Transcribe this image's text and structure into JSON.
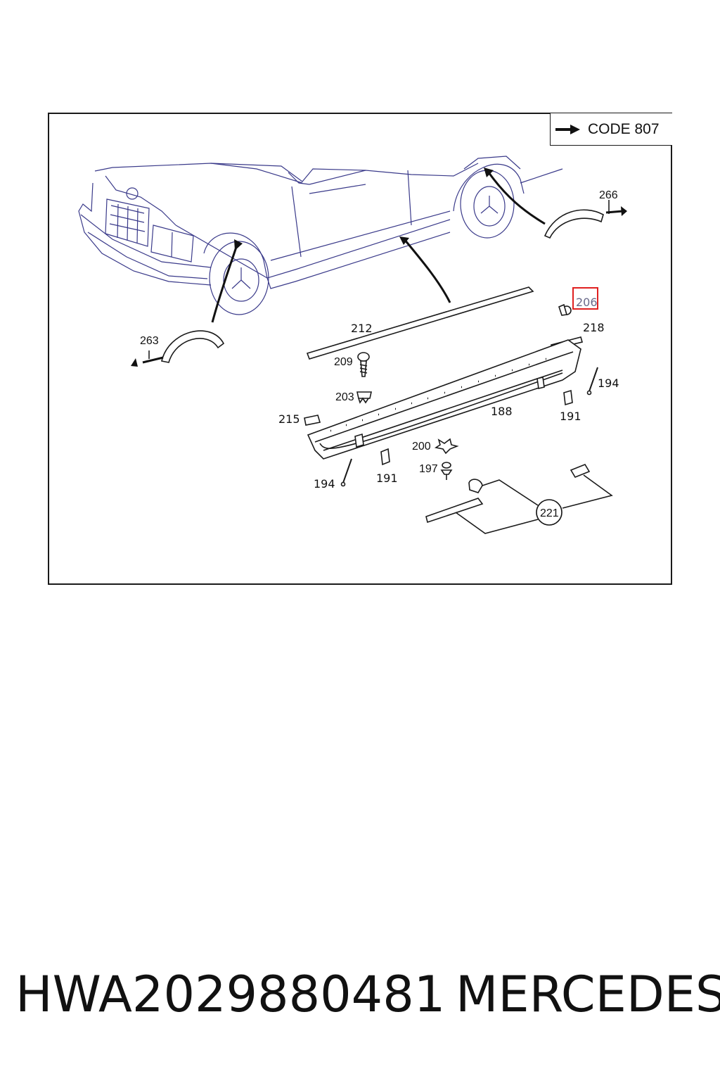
{
  "diagram": {
    "code_label": "CODE 807",
    "highlight_color": "#e02020",
    "line_color": "#3a3a8a",
    "parts": {
      "p266": "266",
      "p263": "263",
      "p212": "212",
      "p206": "206",
      "p218": "218",
      "p209": "209",
      "p203": "203",
      "p194a": "194",
      "p215": "215",
      "p188": "188",
      "p191a": "191",
      "p200": "200",
      "p197": "197",
      "p194b": "194",
      "p191b": "191",
      "p221": "221"
    },
    "highlighted_part": "206"
  },
  "footer": {
    "part_number": "HWA2029880481",
    "brand": "MERCEDES"
  }
}
